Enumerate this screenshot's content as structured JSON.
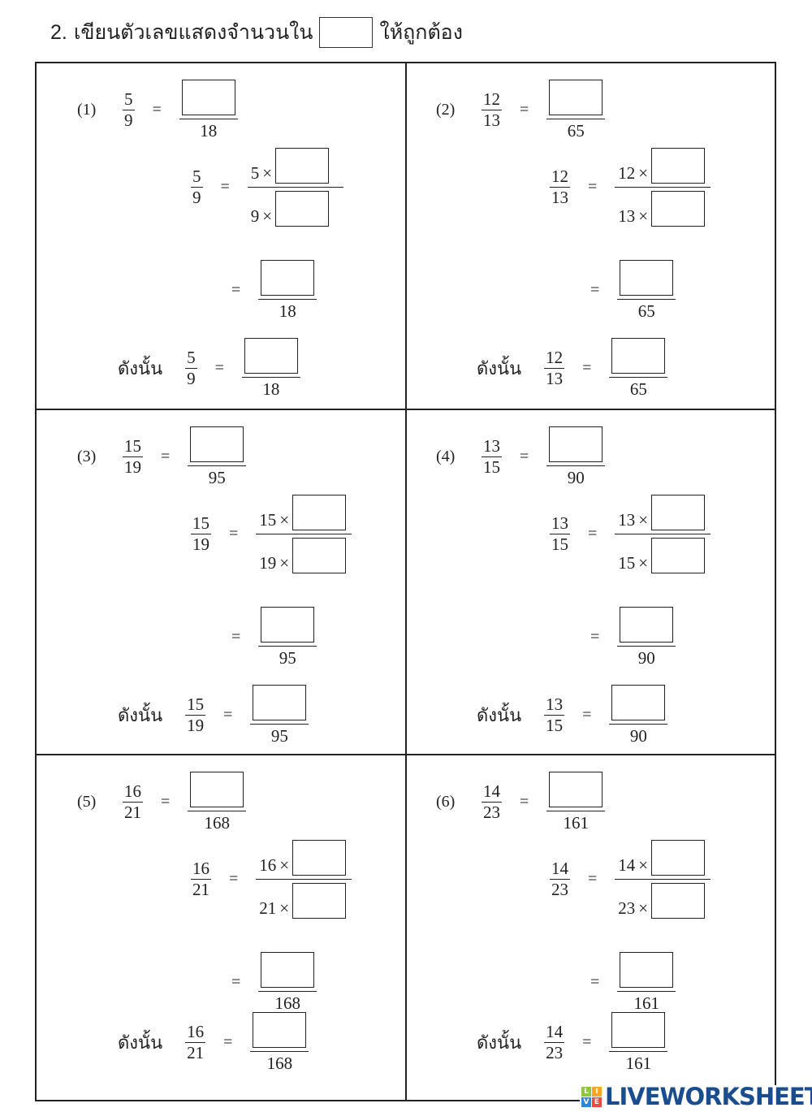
{
  "title": {
    "number": "2.",
    "before": "เขียนตัวเลขแสดงจำนวนใน",
    "after": "ให้ถูกต้อง"
  },
  "symbols": {
    "equals": "=",
    "times": "×",
    "therefore": "ดังนั้น"
  },
  "problems": [
    {
      "label": "(1)",
      "num": "5",
      "den": "9",
      "target_den": "18"
    },
    {
      "label": "(2)",
      "num": "12",
      "den": "13",
      "target_den": "65"
    },
    {
      "label": "(3)",
      "num": "15",
      "den": "19",
      "target_den": "95"
    },
    {
      "label": "(4)",
      "num": "13",
      "den": "15",
      "target_den": "90"
    },
    {
      "label": "(5)",
      "num": "16",
      "den": "21",
      "target_den": "168"
    },
    {
      "label": "(6)",
      "num": "14",
      "den": "23",
      "target_den": "161"
    }
  ],
  "watermark": {
    "text": "LIVEWORKSHEETS",
    "tiles": [
      "L",
      "I",
      "V",
      "E"
    ],
    "colors": [
      "#8dc63f",
      "#f7a823",
      "#2e86de",
      "#e84c3d"
    ]
  }
}
